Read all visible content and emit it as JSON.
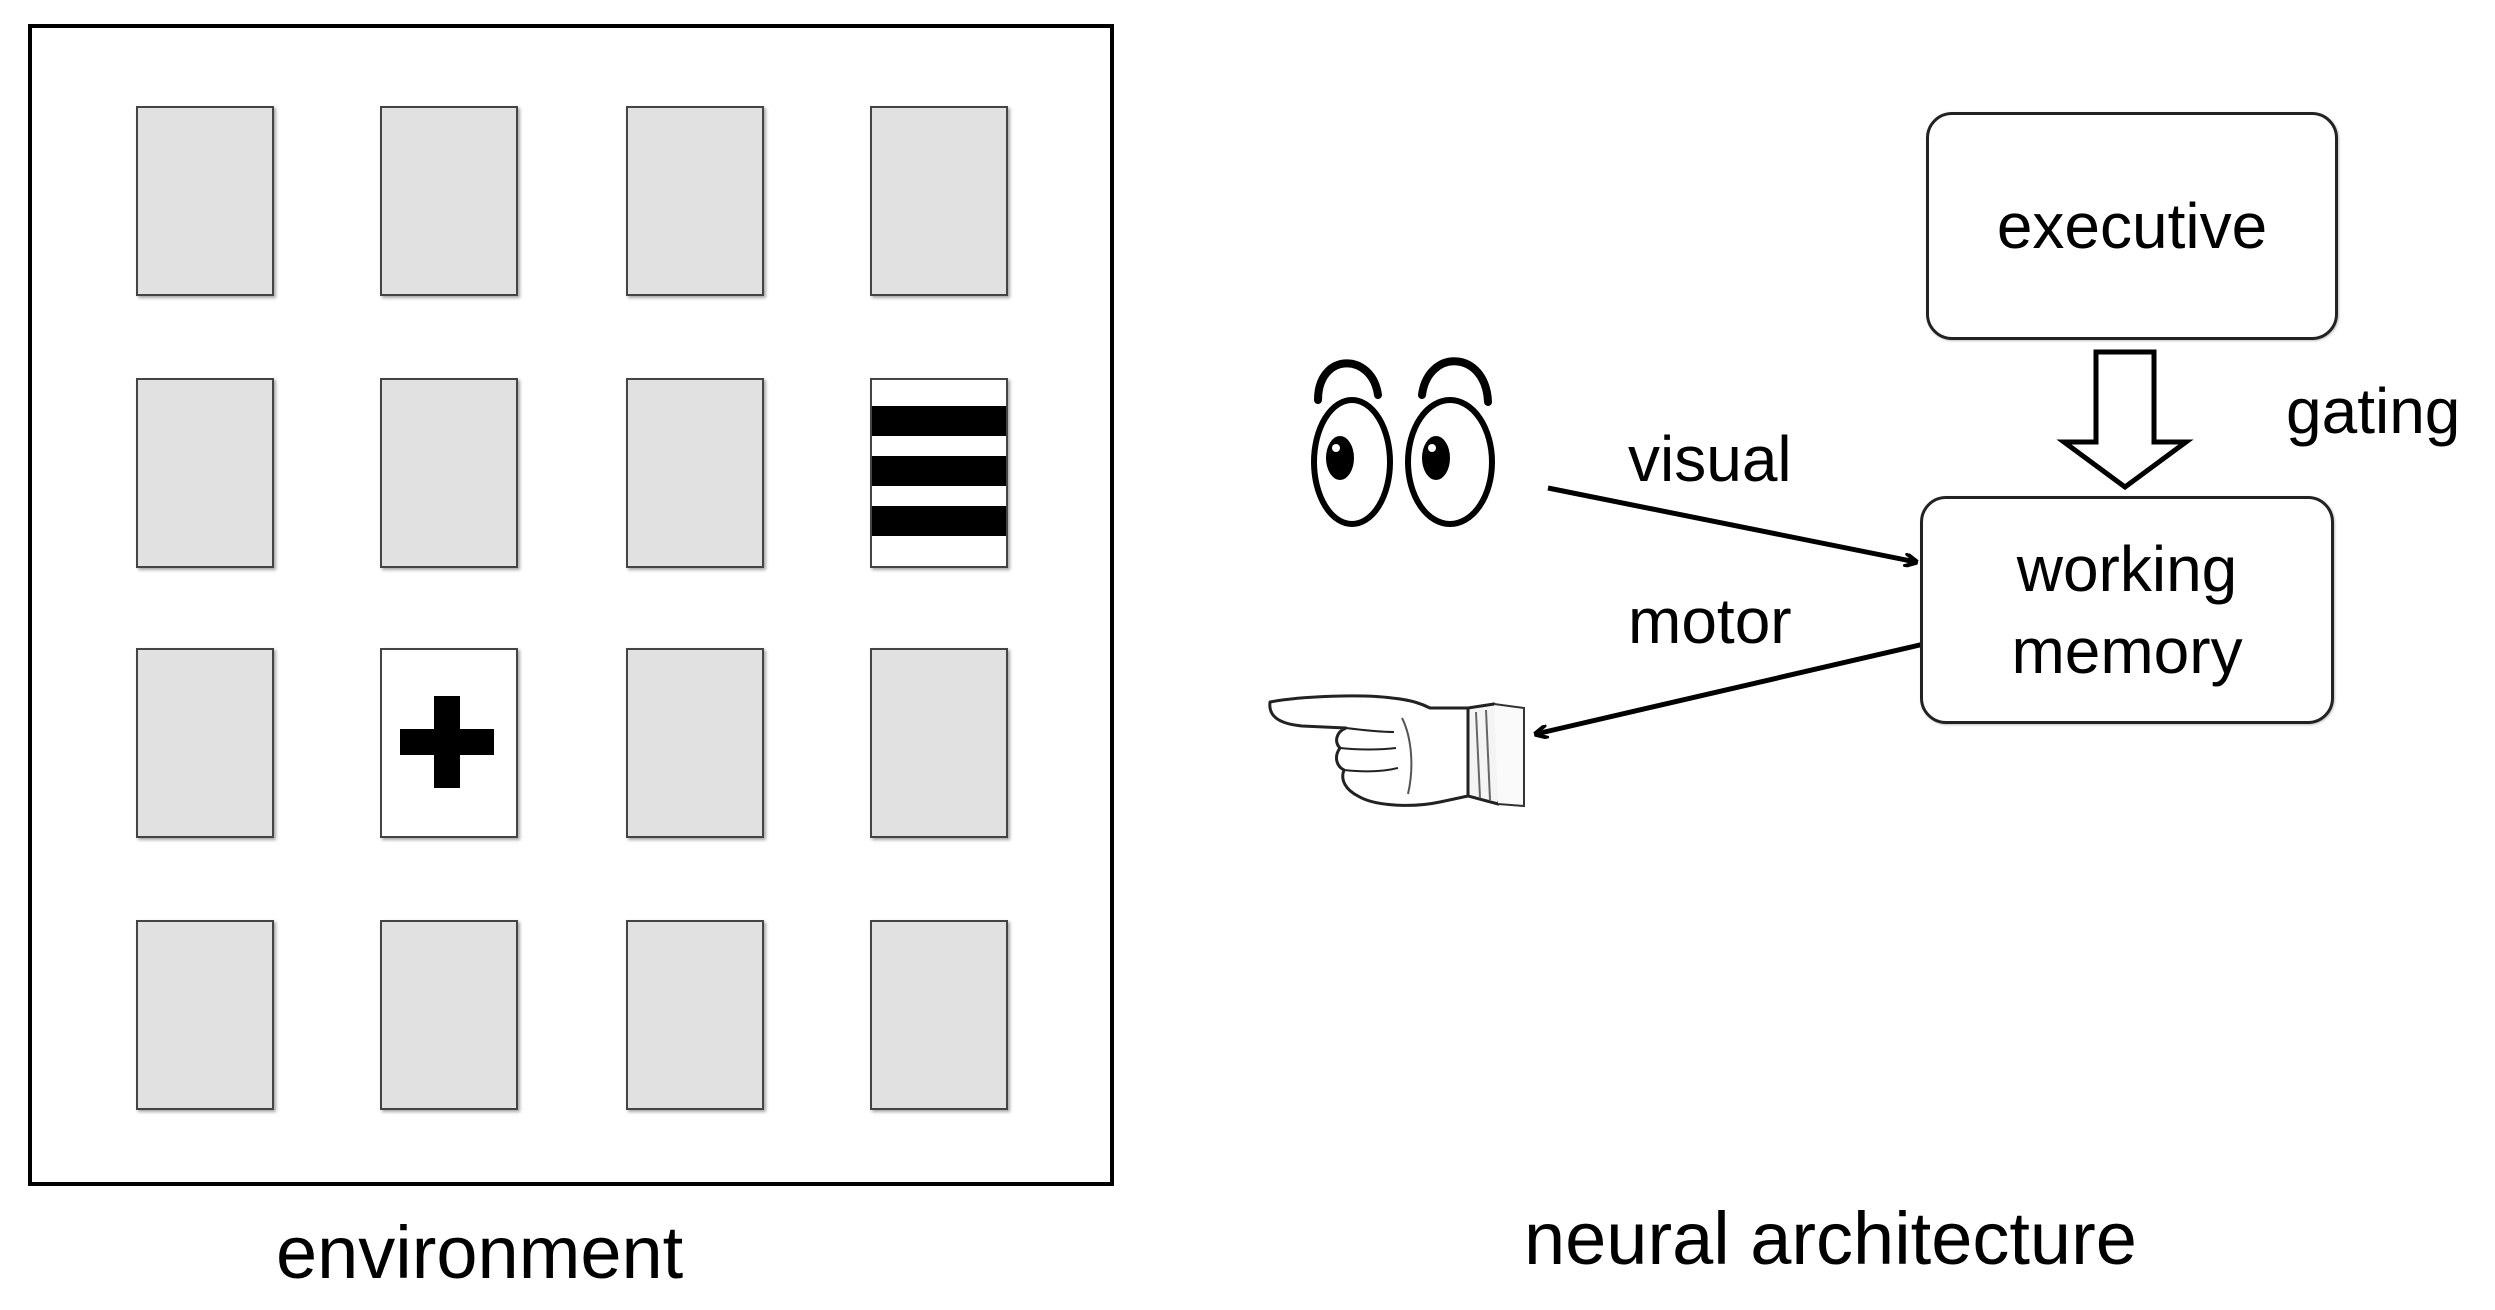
{
  "environment": {
    "label": "environment",
    "grid": {
      "rows": 4,
      "cols": 4,
      "special_cards": [
        {
          "row": 1,
          "col": 3,
          "symbol": "horizontal-stripes"
        },
        {
          "row": 2,
          "col": 1,
          "symbol": "plus"
        }
      ]
    }
  },
  "architecture": {
    "label": "neural architecture",
    "executive_label": "executive",
    "gating_label": "gating",
    "working_memory_lines": [
      "working",
      "memory"
    ],
    "visual_label": "visual",
    "motor_label": "motor",
    "input_icon": "eyes-icon",
    "output_icon": "pointing-hand-icon"
  }
}
